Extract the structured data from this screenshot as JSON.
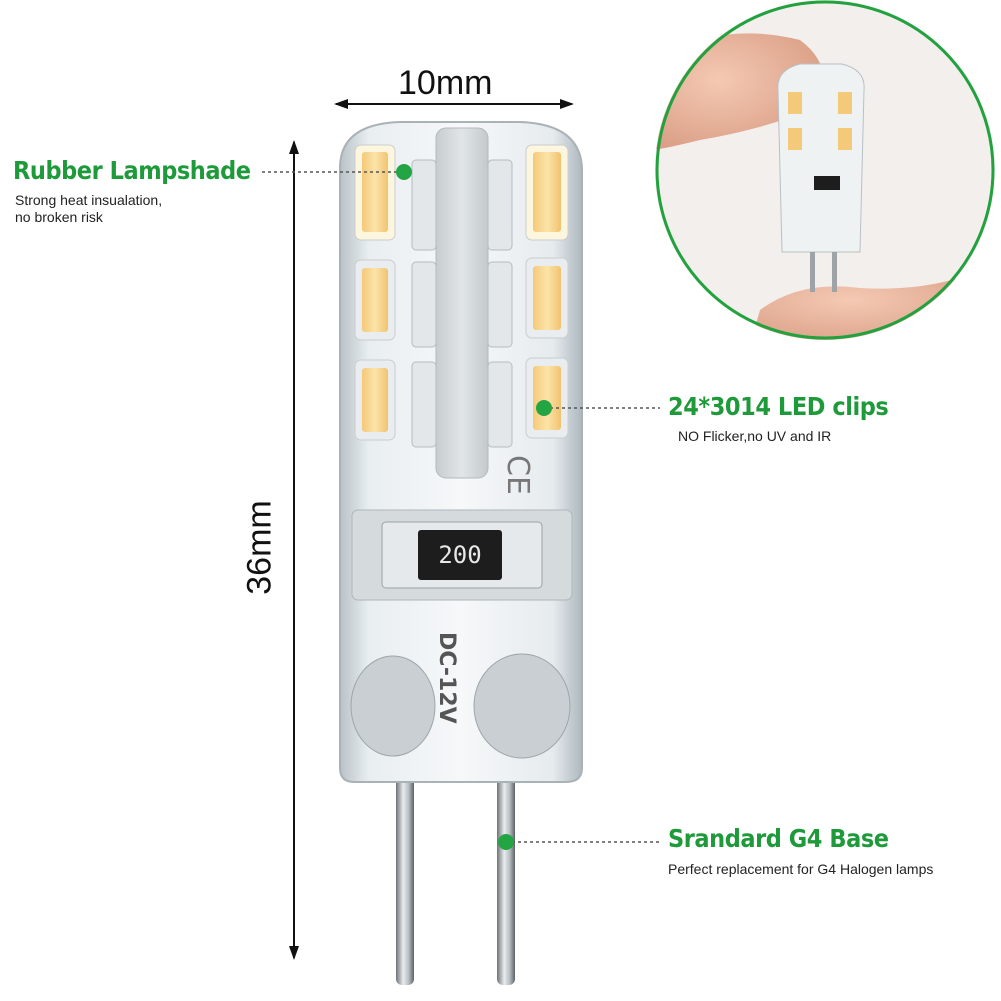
{
  "dimensions": {
    "width_label": "10mm",
    "height_label": "36mm"
  },
  "callouts": {
    "lampshade": {
      "title": "Rubber Lampshade",
      "desc_line1": "Strong heat insualation,",
      "desc_line2": "no broken risk"
    },
    "led": {
      "title": "24*3014 LED clips",
      "desc": "NO Flicker,no UV and IR"
    },
    "base": {
      "title": "Srandard G4 Base",
      "desc": "Perfect replacement for G4 Halogen lamps"
    }
  },
  "bulb_markings": {
    "resistor_code": "200",
    "voltage": "DC-12V",
    "ce_mark": "CE"
  },
  "colors": {
    "callout_green": "#1f9a3a",
    "dot_green": "#23a544",
    "inset_ring": "#22a23f"
  }
}
